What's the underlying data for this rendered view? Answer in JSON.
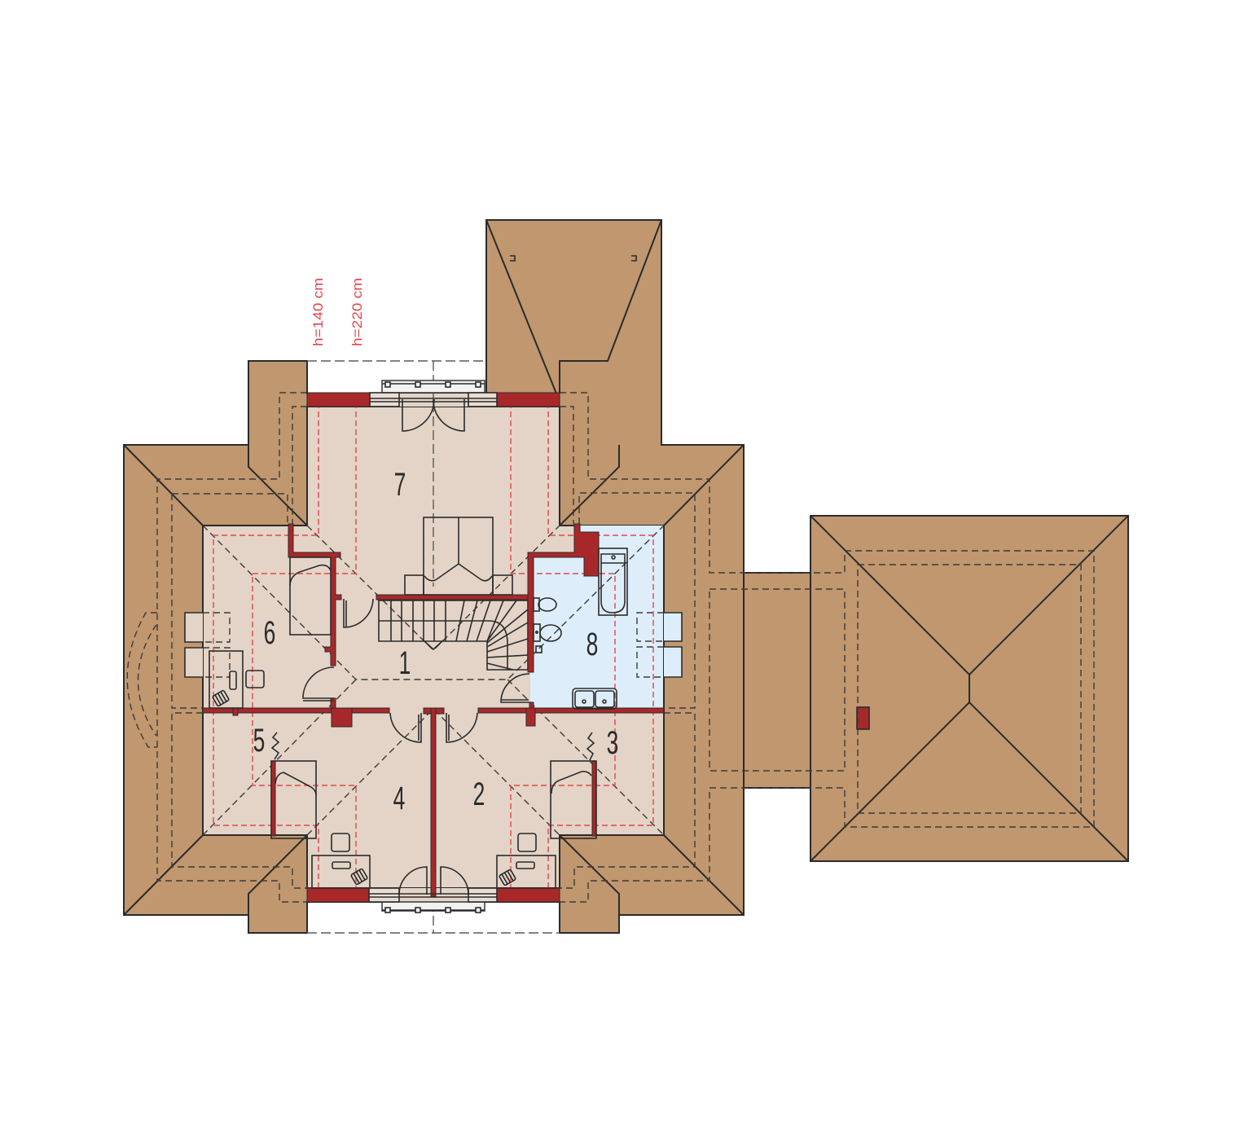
{
  "plan": {
    "rooms": [
      {
        "number": "1"
      },
      {
        "number": "2"
      },
      {
        "number": "3"
      },
      {
        "number": "4"
      },
      {
        "number": "5"
      },
      {
        "number": "6"
      },
      {
        "number": "7"
      },
      {
        "number": "8"
      }
    ],
    "height_lines": [
      {
        "label": "h=140 cm"
      },
      {
        "label": "h=220 cm"
      }
    ]
  },
  "colors": {
    "roof": "#c0976f",
    "floor": "#e3d4c7",
    "bathroom_floor": "#ddeefa",
    "walls": "#a8282a",
    "outline": "#2b2b2b",
    "height_line": "#e2474d",
    "balcony": "#f2f2f2",
    "chimney": "#a8282a"
  }
}
